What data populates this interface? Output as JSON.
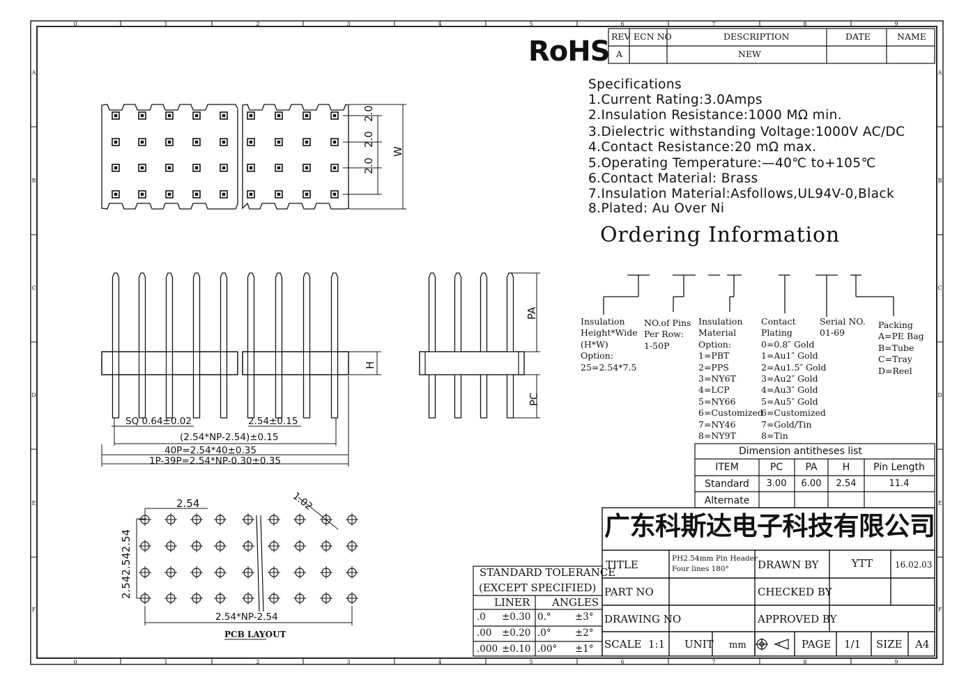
{
  "rohs": "RoHS",
  "revision_table": {
    "headers": [
      "REV",
      "ECN NO",
      "DESCRIPTION",
      "DATE",
      "NAME"
    ],
    "row": [
      "A",
      "",
      "NEW",
      "",
      ""
    ]
  },
  "specifications": {
    "title": "Specifications",
    "items": [
      "1.Current  Rating:3.0Amps",
      "2.Insulation  Resistance:1000  MΩ  min.",
      "3.Dielectric  withstanding  Voltage:1000V AC/DC",
      "4.Contact  Resistance:20  mΩ  max.",
      "5.Operating  Temperature:—40℃  to+105℃",
      "6.Contact  Material:  Brass",
      "7.Insulation  Material:Asfollows,UL94V-0,Black",
      "8.Plated:  Au  Over  Ni"
    ]
  },
  "ordering": {
    "title": "Ordering Information",
    "columns": [
      {
        "lines": [
          "Insulation",
          "Height*Wide",
          "(H*W)",
          "Option:",
          "25=2.54*7.5"
        ]
      },
      {
        "lines": [
          "NO.of Pins",
          "Per Row:",
          "1-50P"
        ]
      },
      {
        "lines": [
          "Insulation",
          "Material",
          "Option:",
          "1=PBT",
          "2=PPS",
          "3=NY6T",
          "4=LCP",
          "5=NY66",
          "6=Customized",
          "7=NY46",
          "8=NY9T"
        ]
      },
      {
        "lines": [
          "Contact",
          "Plating",
          "0=0.8″ Gold",
          "1=Au1″ Gold",
          "2=Au1.5″ Gold",
          "3=Au2″ Gold",
          "4=Au3″ Gold",
          "5=Au5″ Gold",
          "6=Customized",
          "7=Gold/Tin",
          "8=Tin"
        ]
      },
      {
        "lines": [
          "Serial NO.",
          "01-69"
        ]
      },
      {
        "lines": [
          "Packing",
          "A=PE Bag",
          "B=Tube",
          "C=Tray",
          "D=Reel"
        ]
      }
    ]
  },
  "dimension_table": {
    "title": "Dimension antitheses list",
    "headers": [
      "ITEM",
      "PC",
      "PA",
      "H",
      "Pin Length"
    ],
    "rows": [
      [
        "Standard",
        "3.00",
        "6.00",
        "2.54",
        "11.4"
      ],
      [
        "Alternate",
        "",
        "",
        "",
        ""
      ]
    ]
  },
  "company": "广东科斯达电子科技有限公司",
  "title_block": {
    "title_label": "TITLE",
    "title_value_1": "PH2.54mm Pin Header",
    "title_value_2": "Four lines 180°",
    "part_no_label": "PART NO",
    "drawing_no_label": "DRAWING NO",
    "drawn_by_label": "DRAWN BY",
    "drawn_by": "YTT",
    "date": "16.02.03",
    "checked_by_label": "CHECKED BY",
    "approved_by_label": "APPROVED BY",
    "scale_label": "SCALE",
    "scale": "1:1",
    "unit_label": "UNIT",
    "unit": "mm",
    "page_label": "PAGE",
    "page": "1/1",
    "size_label": "SIZE",
    "size": "A4"
  },
  "tolerance": {
    "header_1": "STANDARD  TOLERANCE",
    "header_2": "(EXCEPT   SPECIFIED)",
    "liner_label": "LINER",
    "angles_label": "ANGLES",
    "rows": [
      [
        ".0",
        "±0.30",
        "0.°",
        "±3°"
      ],
      [
        ".00",
        "±0.20",
        ".0°",
        "±2°"
      ],
      [
        ".000",
        "±0.10",
        ".00°",
        "±1°"
      ]
    ]
  },
  "dims": {
    "top_20_a": "2.0",
    "top_20_b": "2.0",
    "top_20_c": "2.0",
    "top_w": "W",
    "sq": "SQ  0.64±0.02",
    "pitch": "2.54±0.15",
    "span": "(2.54*NP-2.54)±0.15",
    "len40": "40P=2.54*40±0.35",
    "len139": "1P-39P=2.54*NP-0.30±0.35",
    "h": "H",
    "pa": "PA",
    "pc": "PC",
    "pcb_pitch": "2.54",
    "pcb_hole": "1.02",
    "pcb_v": "2.542.542.54",
    "pcb_span": "2.54*NP-2.54",
    "pcb_label": "PCB LAYOUT"
  },
  "border": {
    "top_numbers": [
      "0",
      "1",
      "2",
      "3",
      "4",
      "5",
      "6",
      "7",
      "8",
      "9"
    ],
    "side_letters": [
      "A",
      "B",
      "C",
      "D",
      "E",
      "F"
    ]
  }
}
